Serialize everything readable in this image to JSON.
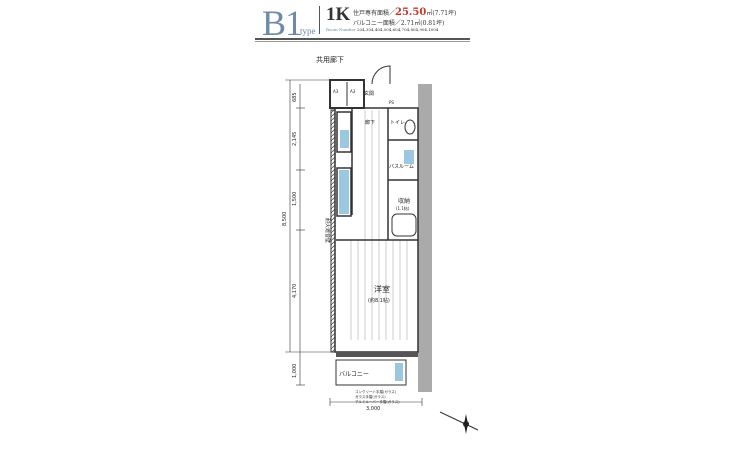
{
  "header": {
    "type_code": "B1",
    "type_suffix": "type",
    "layout": "1K",
    "exclusive_area_label": "住戸専有面積／",
    "exclusive_area_value": "25.50",
    "exclusive_area_unit": "㎡(7.71坪)",
    "balcony_area": "バルコニー面積／2.71㎡(0.81坪)",
    "room_number_label": "Room Number",
    "room_numbers": "204,304,404,504,604,704,804,904,1004"
  },
  "rooms": {
    "corridor": "共用廊下",
    "entrance": "玄関",
    "hallway": "廊下",
    "toilet": "トイレ",
    "bathroom": "バスルーム",
    "storage": "収納",
    "storage_size": "(1.1帖)",
    "western_room": "洋室",
    "western_room_size": "(約8.1帖)",
    "balcony": "バルコニー",
    "firewall": "耐火遮音壁",
    "meter_a": "A3",
    "meter_b": "A3",
    "ps": "PS"
  },
  "dimensions": {
    "total_depth": "8,500",
    "seg1": "685",
    "seg2": "2,145",
    "seg3": "1,500",
    "seg4": "4,170",
    "seg5": "1,000",
    "width": "3,000"
  },
  "notes": [
    "コンクリート手摺(ガラス)",
    "ガラス手摺(ガラス)",
    "アルミルーバー手摺(ガラス)"
  ],
  "colors": {
    "accent": "#6f8aa6",
    "area": "#c0392b",
    "fixture": "#9cc7e0"
  }
}
